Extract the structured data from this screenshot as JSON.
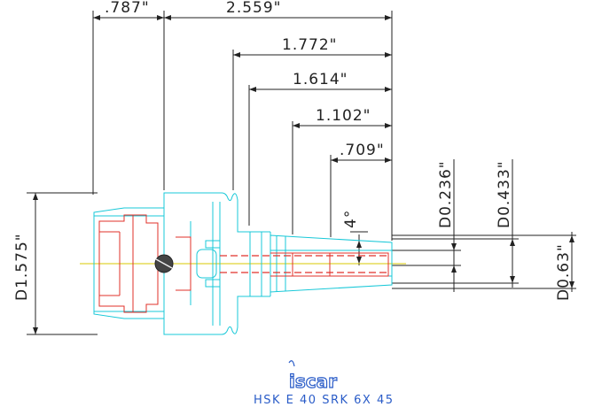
{
  "dimensions": {
    "top_left": ".787\"",
    "top_overall": "2.559\"",
    "len_1": "1.772\"",
    "len_2": "1.614\"",
    "len_3": "1.102\"",
    "len_4": ".709\"",
    "diameter_body": "D1.575\"",
    "diameter_bore": "D0.236\"",
    "diameter_mid": "D0.433\"",
    "diameter_tip": "D0.63\"",
    "taper_angle": "4°"
  },
  "brand": {
    "logo_text": "iscar",
    "caption": "HSK E 40 SRK 6X 45"
  },
  "colors": {
    "outline": "#18c8d8",
    "internal": "#e0302a",
    "centerline": "#d8c800",
    "dimension": "#222222",
    "brand": "#2a5cc8"
  }
}
